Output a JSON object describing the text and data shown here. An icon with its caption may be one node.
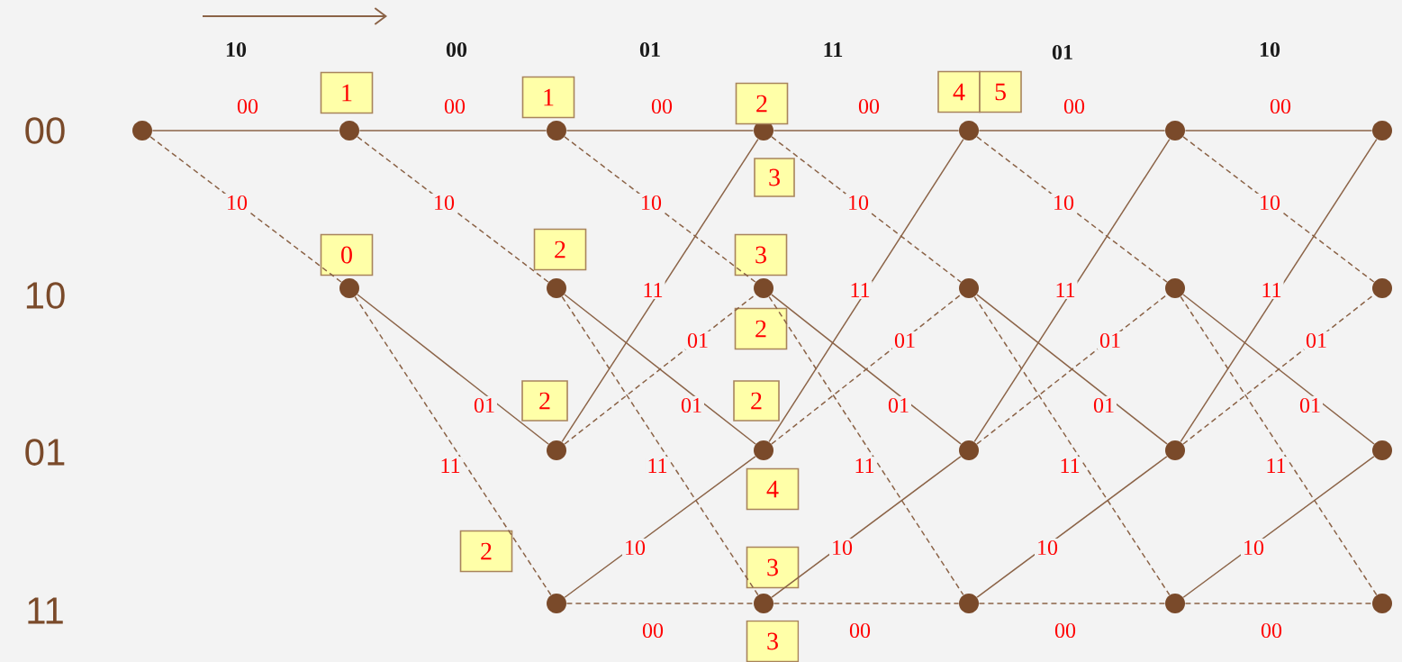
{
  "diagram": {
    "nodes": [
      {
        "text": [],
        "shape": "circle"
      },
      {
        "text": [],
        "shape": "circle"
      },
      {
        "text": [],
        "shape": "circle"
      },
      {
        "text": [],
        "shape": "circle"
      },
      {
        "text": [],
        "shape": "circle"
      },
      {
        "text": [],
        "shape": "circle"
      },
      {
        "text": [],
        "shape": "circle"
      },
      {
        "text": [],
        "shape": "circle"
      },
      {
        "text": [],
        "shape": "circle"
      },
      {
        "text": [],
        "shape": "circle"
      },
      {
        "text": [],
        "shape": "circle"
      },
      {
        "text": [],
        "shape": "circle"
      },
      {
        "text": [],
        "shape": "circle"
      },
      {
        "text": [],
        "shape": "circle"
      },
      {
        "text": [],
        "shape": "circle"
      },
      {
        "text": [],
        "shape": "circle"
      },
      {
        "text": [],
        "shape": "circle"
      },
      {
        "text": [],
        "shape": "circle"
      },
      {
        "text": [],
        "shape": "circle"
      },
      {
        "text": [],
        "shape": "circle"
      },
      {
        "text": [],
        "shape": "circle"
      },
      {
        "text": [],
        "shape": "circle"
      },
      {
        "text": [],
        "shape": "circle"
      },
      {
        "text": [
          "1"
        ]
      },
      {
        "text": [
          "0"
        ]
      },
      {
        "text": [
          "1"
        ]
      },
      {
        "text": [
          "2"
        ]
      },
      {
        "text": [
          "2"
        ]
      },
      {
        "text": [
          "2"
        ]
      },
      {
        "text": [
          "2"
        ]
      },
      {
        "text": [
          "3"
        ]
      },
      {
        "text": [
          "3"
        ]
      },
      {
        "text": [
          "2"
        ]
      },
      {
        "text": [
          "2"
        ]
      },
      {
        "text": [
          "4"
        ]
      },
      {
        "text": [
          "3"
        ]
      },
      {
        "text": [
          "3"
        ]
      },
      {
        "text": [
          "4"
        ]
      },
      {
        "text": [
          "5"
        ]
      }
    ],
    "edges": [
      {
        "from": 0,
        "to": 1,
        "arrow": "none",
        "label": "00"
      },
      {
        "from": 0,
        "to": 2,
        "arrow": "none",
        "label": "10",
        "style": "dashed"
      },
      {
        "from": 1,
        "to": 3,
        "arrow": "none",
        "label": "00"
      },
      {
        "from": 1,
        "to": 4,
        "arrow": "none",
        "label": "10",
        "style": "dashed"
      },
      {
        "from": 2,
        "to": 5,
        "arrow": "none",
        "label": "01"
      },
      {
        "from": 2,
        "to": 6,
        "arrow": "none",
        "label": "11",
        "style": "dashed"
      },
      {
        "from": 3,
        "to": 7,
        "arrow": "none",
        "label": "00"
      },
      {
        "from": 3,
        "to": 8,
        "arrow": "none",
        "label": "10",
        "style": "dashed"
      },
      {
        "from": 4,
        "to": 9,
        "arrow": "none",
        "label": "01"
      },
      {
        "from": 4,
        "to": 10,
        "arrow": "none",
        "label": "11",
        "style": "dashed"
      },
      {
        "from": 5,
        "to": 7,
        "arrow": "none",
        "label": "11"
      },
      {
        "from": 5,
        "to": 8,
        "arrow": "none",
        "label": "01",
        "style": "dashed"
      },
      {
        "from": 6,
        "to": 9,
        "arrow": "none",
        "label": "10"
      },
      {
        "from": 6,
        "to": 10,
        "arrow": "none",
        "label": "00",
        "style": "dashed"
      },
      {
        "from": 7,
        "to": 11,
        "arrow": "none",
        "label": "00"
      },
      {
        "from": 7,
        "to": 12,
        "arrow": "none",
        "label": "10",
        "style": "dashed"
      },
      {
        "from": 8,
        "to": 13,
        "arrow": "none",
        "label": "01"
      },
      {
        "from": 8,
        "to": 14,
        "arrow": "none",
        "label": "11",
        "style": "dashed"
      },
      {
        "from": 9,
        "to": 11,
        "arrow": "none",
        "label": "11"
      },
      {
        "from": 9,
        "to": 12,
        "arrow": "none",
        "label": "01",
        "style": "dashed"
      },
      {
        "from": 10,
        "to": 13,
        "arrow": "none",
        "label": "10"
      },
      {
        "from": 10,
        "to": 14,
        "arrow": "none",
        "label": "00",
        "style": "dashed"
      },
      {
        "from": 11,
        "to": 15,
        "arrow": "none",
        "label": "00"
      },
      {
        "from": 11,
        "to": 16,
        "arrow": "none",
        "label": "10",
        "style": "dashed"
      },
      {
        "from": 12,
        "to": 17,
        "arrow": "none",
        "label": "01"
      },
      {
        "from": 12,
        "to": 18,
        "arrow": "none",
        "label": "11",
        "style": "dashed"
      },
      {
        "from": 13,
        "to": 15,
        "arrow": "none",
        "label": "11"
      },
      {
        "from": 13,
        "to": 16,
        "arrow": "none",
        "label": "01",
        "style": "dashed"
      },
      {
        "from": 14,
        "to": 17,
        "arrow": "none",
        "label": "10"
      },
      {
        "from": 14,
        "to": 18,
        "arrow": "none",
        "label": "00",
        "style": "dashed"
      },
      {
        "from": 15,
        "to": 19,
        "arrow": "none",
        "label": "00"
      },
      {
        "from": 15,
        "to": 20,
        "arrow": "none",
        "label": "10",
        "style": "dashed"
      },
      {
        "from": 16,
        "to": 21,
        "arrow": "none",
        "label": "01"
      },
      {
        "from": 16,
        "to": 22,
        "arrow": "none",
        "label": "11",
        "style": "dashed"
      },
      {
        "from": 17,
        "to": 19,
        "arrow": "none",
        "label": "11"
      },
      {
        "from": 17,
        "to": 20,
        "arrow": "none",
        "label": "01",
        "style": "dashed"
      },
      {
        "from": 18,
        "to": 21,
        "arrow": "none",
        "label": "10"
      },
      {
        "from": 18,
        "to": 22,
        "arrow": "none",
        "label": "00",
        "style": "dashed"
      }
    ],
    "labels": [
      "10",
      "00",
      "01",
      "11",
      "01",
      "10",
      "00",
      "10",
      "01",
      "11"
    ]
  }
}
